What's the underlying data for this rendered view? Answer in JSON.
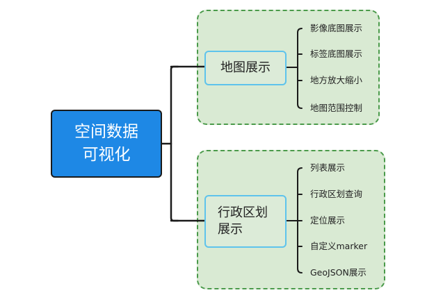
{
  "root": {
    "line1": "空间数据",
    "line2": "可视化"
  },
  "groups": [
    {
      "label": "地图展示",
      "leaves": [
        "影像底图展示",
        "标签底图展示",
        "地方放大缩小",
        "地图范围控制"
      ]
    },
    {
      "label_line1": "行政区划",
      "label_line2": "展示",
      "leaves": [
        "列表展示",
        "行政区划查询",
        "定位展示",
        "自定义marker",
        "GeoJSON展示"
      ]
    }
  ],
  "colors": {
    "root_fill": "#1e88e5",
    "group_fill": "#d9ead3",
    "group_border": "#4a9a4a",
    "mid_border": "#5ec3ec",
    "connector": "#1a1a1a"
  }
}
